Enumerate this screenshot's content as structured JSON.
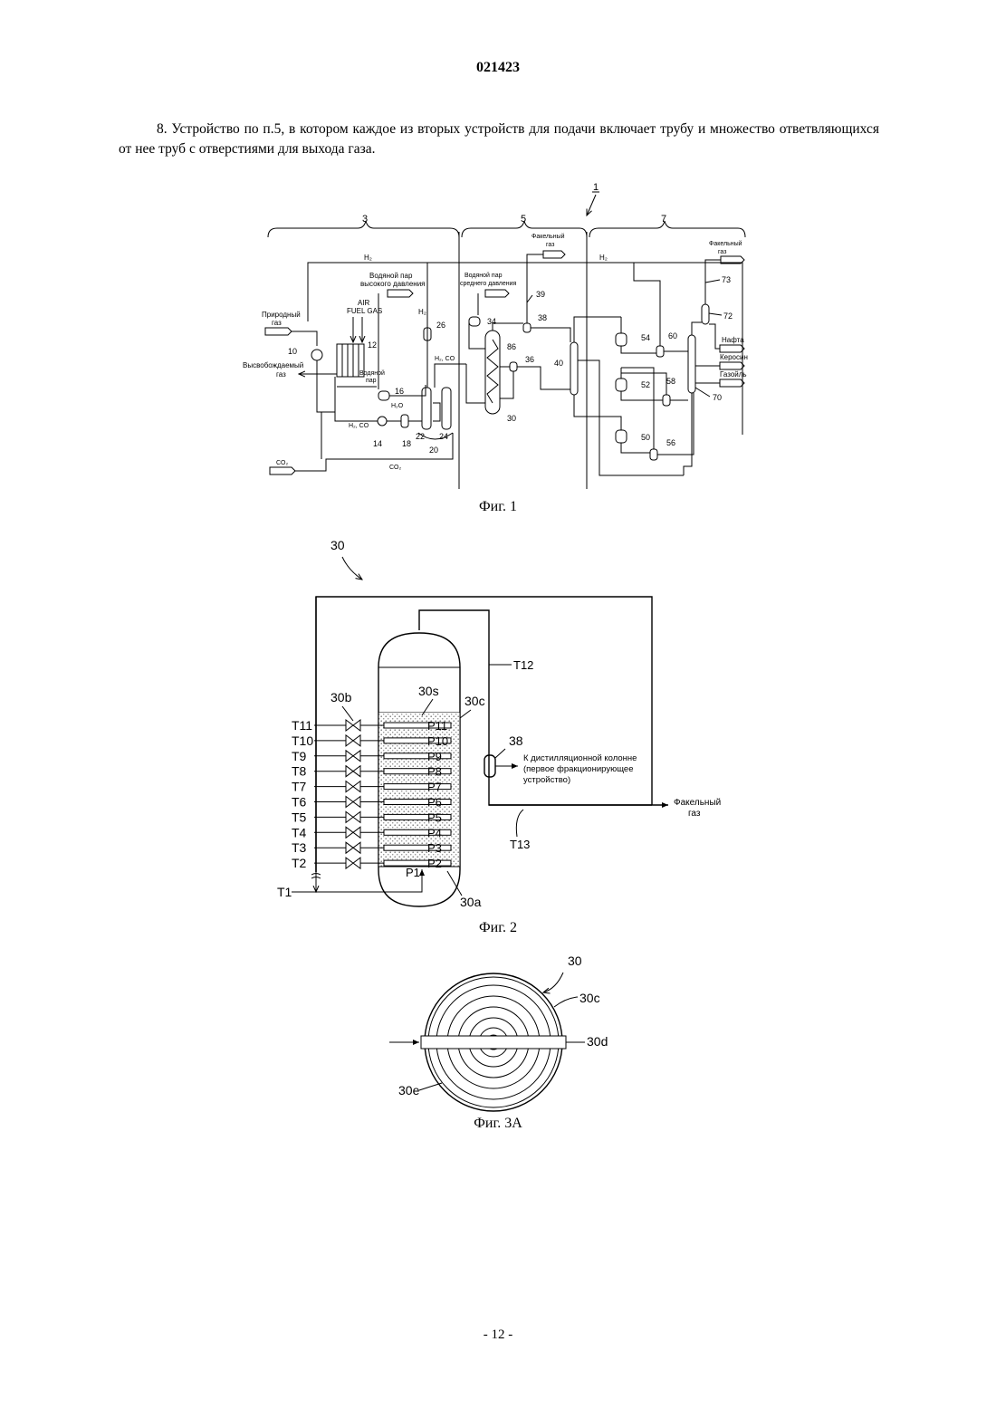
{
  "header": {
    "doc_number": "021423"
  },
  "claim": {
    "text": "8. Устройство по п.5, в котором каждое из вторых устройств для подачи включает трубу и множество ответвляющихся от нее труб с отверстиями для выхода газа."
  },
  "fig1": {
    "caption": "Фиг. 1",
    "ref": "1",
    "sections": [
      "3",
      "5",
      "7"
    ],
    "labels": {
      "natural_gas": [
        "Природный",
        "газ"
      ],
      "released_gas": [
        "Высвобождаемый",
        "газ"
      ],
      "hp_steam": [
        "Водяной пар",
        "высокого давления"
      ],
      "mp_steam": [
        "Водяной пар",
        "среднего давления"
      ],
      "flare_gas_1": [
        "Факельный",
        "газ"
      ],
      "flare_gas_2": [
        "Факельный",
        "газ"
      ],
      "air_fuel": [
        "AIR",
        "FUEL GAS"
      ],
      "water_steam": [
        "Водяной",
        "пар"
      ],
      "h2": "H₂",
      "h2o": "H₂O",
      "h2co": "H₂, CO",
      "co2": "CO₂",
      "naphtha": "Нафта",
      "kerosene": "Керосин",
      "gasoil": "Газойль"
    },
    "numbers": [
      "10",
      "12",
      "14",
      "16",
      "18",
      "20",
      "22",
      "24",
      "26",
      "30",
      "34",
      "36",
      "38",
      "39",
      "40",
      "50",
      "52",
      "54",
      "56",
      "58",
      "60",
      "70",
      "72",
      "73",
      "86"
    ]
  },
  "fig2": {
    "caption": "Фиг. 2",
    "ref": "30",
    "labels": {
      "valves": "30b",
      "catalyst": "30s",
      "wall": "30c",
      "bottom": "30a",
      "separator": "38",
      "t12": "T12",
      "t13": "T13",
      "to_column": [
        "К дистилляционной колонне",
        "(первое фракционирующее",
        "устройство)"
      ],
      "flare_gas": [
        "Факельный",
        "газ"
      ],
      "t1": "T1",
      "p1": "P1"
    },
    "lines": [
      {
        "t": "T11",
        "p": "P11"
      },
      {
        "t": "T10",
        "p": "P10"
      },
      {
        "t": "T9",
        "p": "P9"
      },
      {
        "t": "T8",
        "p": "P8"
      },
      {
        "t": "T7",
        "p": "P7"
      },
      {
        "t": "T6",
        "p": "P6"
      },
      {
        "t": "T5",
        "p": "P5"
      },
      {
        "t": "T4",
        "p": "P4"
      },
      {
        "t": "T3",
        "p": "P3"
      },
      {
        "t": "T2",
        "p": "P2"
      }
    ]
  },
  "fig3a": {
    "caption": "Фиг. 3А",
    "labels": {
      "ref": "30",
      "wall": "30c",
      "pipe": "30d",
      "ring": "30e"
    }
  },
  "footer": {
    "page": "- 12 -"
  }
}
